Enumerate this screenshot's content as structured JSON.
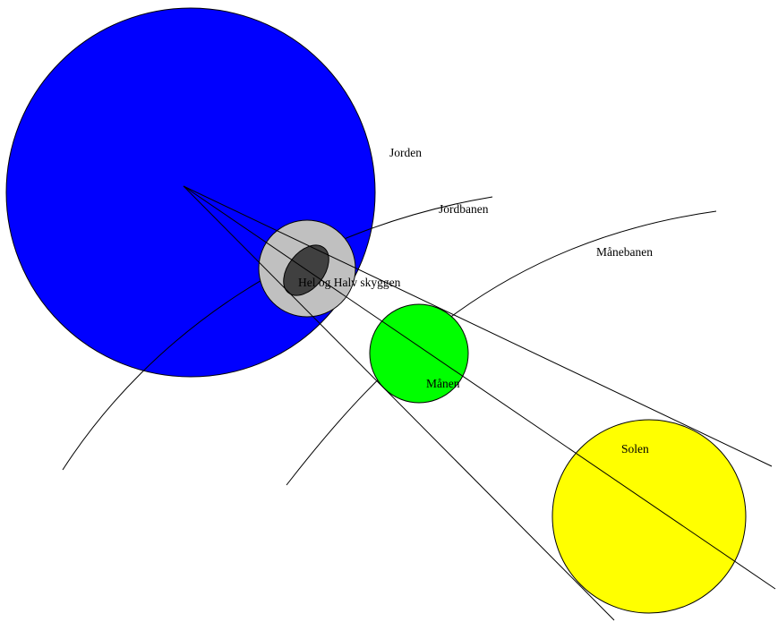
{
  "labels": {
    "earth": "Jorden",
    "earth_orbit": "Jordbanen",
    "moon_orbit": "Månebanen",
    "shadow": "Hel og Halv skyggen",
    "moon": "Månen",
    "sun": "Solen"
  },
  "colors": {
    "earth": "#0000ff",
    "moon": "#00ff00",
    "sun": "#ffff00",
    "penumbra": "#c0c0c0",
    "umbra": "#404040",
    "lines": "#000000",
    "background": "#ffffff"
  }
}
